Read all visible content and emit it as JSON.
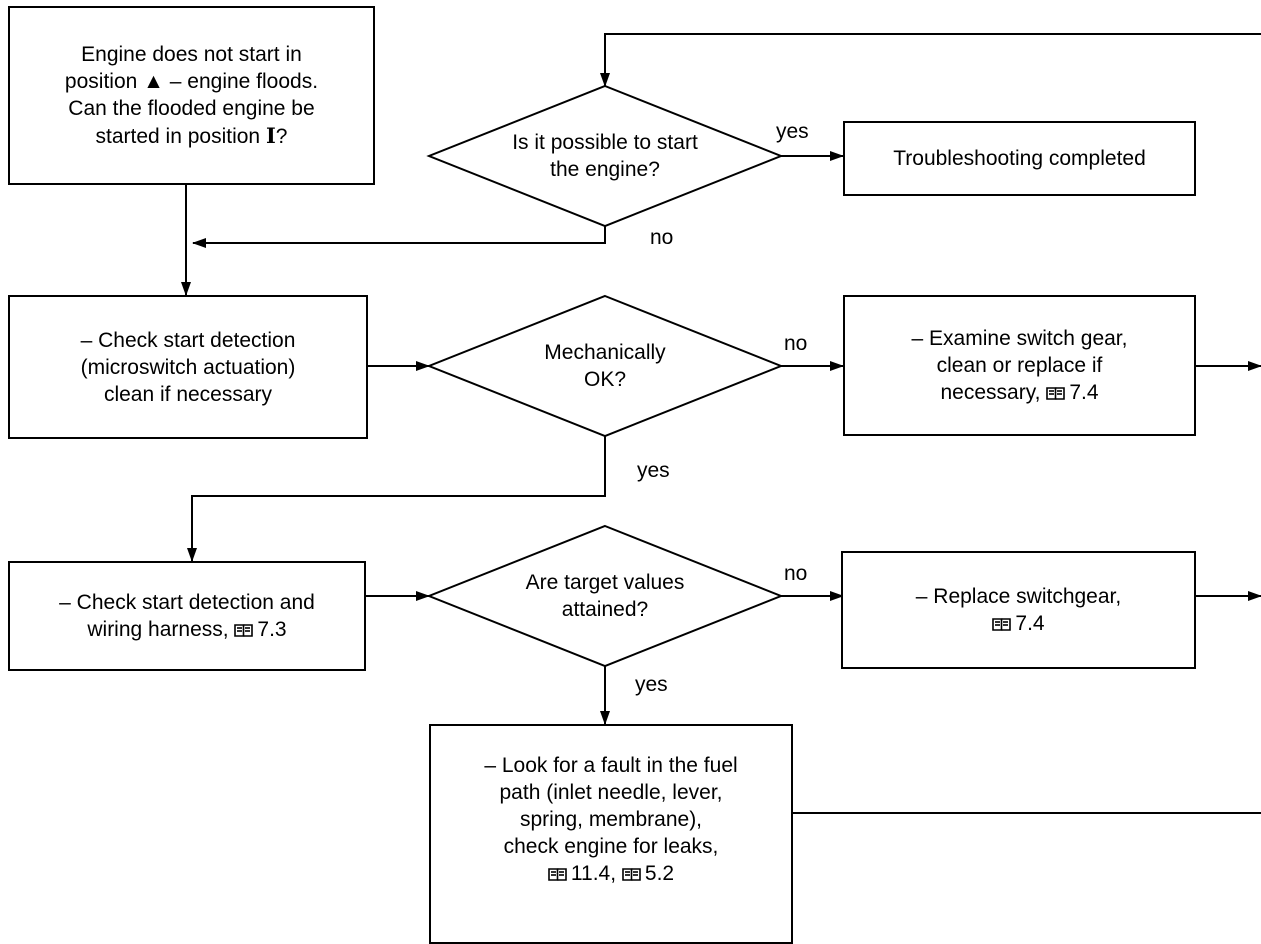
{
  "nodes": {
    "start": {
      "lines": [
        [
          "Engine does not start in"
        ],
        [
          "position ",
          {
            "sym": "triangle",
            "text": "▲"
          },
          " – engine floods."
        ],
        [
          "Can the flooded engine be"
        ],
        [
          "started in position ",
          {
            "sym": "I",
            "text": "I"
          },
          "?"
        ]
      ]
    },
    "q_start_possible": {
      "lines": [
        [
          "Is it possible to start"
        ],
        [
          "the engine?"
        ]
      ]
    },
    "done": {
      "lines": [
        [
          "Troubleshooting completed"
        ]
      ]
    },
    "check_detection": {
      "lines": [
        [
          "– Check start detection"
        ],
        [
          "(microswitch actuation)"
        ],
        [
          "clean if necessary"
        ]
      ]
    },
    "q_mech_ok": {
      "lines": [
        [
          "Mechanically"
        ],
        [
          "OK?"
        ]
      ]
    },
    "examine_switch": {
      "lines": [
        [
          "– Examine switch gear,"
        ],
        [
          "clean or replace if"
        ],
        [
          "necessary, ",
          {
            "sym": "book"
          },
          "7.4"
        ]
      ]
    },
    "check_wiring": {
      "lines": [
        [
          "– Check start detection and"
        ],
        [
          "wiring harness, ",
          {
            "sym": "book"
          },
          "7.3"
        ]
      ]
    },
    "q_target_values": {
      "lines": [
        [
          "Are target values"
        ],
        [
          "attained?"
        ]
      ]
    },
    "replace_switchgear": {
      "lines": [
        [
          "– Replace switchgear,"
        ],
        [
          {
            "sym": "book"
          },
          "7.4"
        ]
      ]
    },
    "fuel_path": {
      "lines": [
        [
          "– Look for a fault in the fuel"
        ],
        [
          "path (inlet needle, lever,"
        ],
        [
          "spring, membrane),"
        ],
        [
          "check engine for leaks,"
        ],
        [
          {
            "sym": "book"
          },
          "11.4, ",
          {
            "sym": "book"
          },
          "5.2"
        ]
      ]
    }
  },
  "edge_labels": {
    "q1_yes": "yes",
    "q1_no": "no",
    "q2_no": "no",
    "q2_yes": "yes",
    "q3_no": "no",
    "q3_yes": "yes"
  }
}
